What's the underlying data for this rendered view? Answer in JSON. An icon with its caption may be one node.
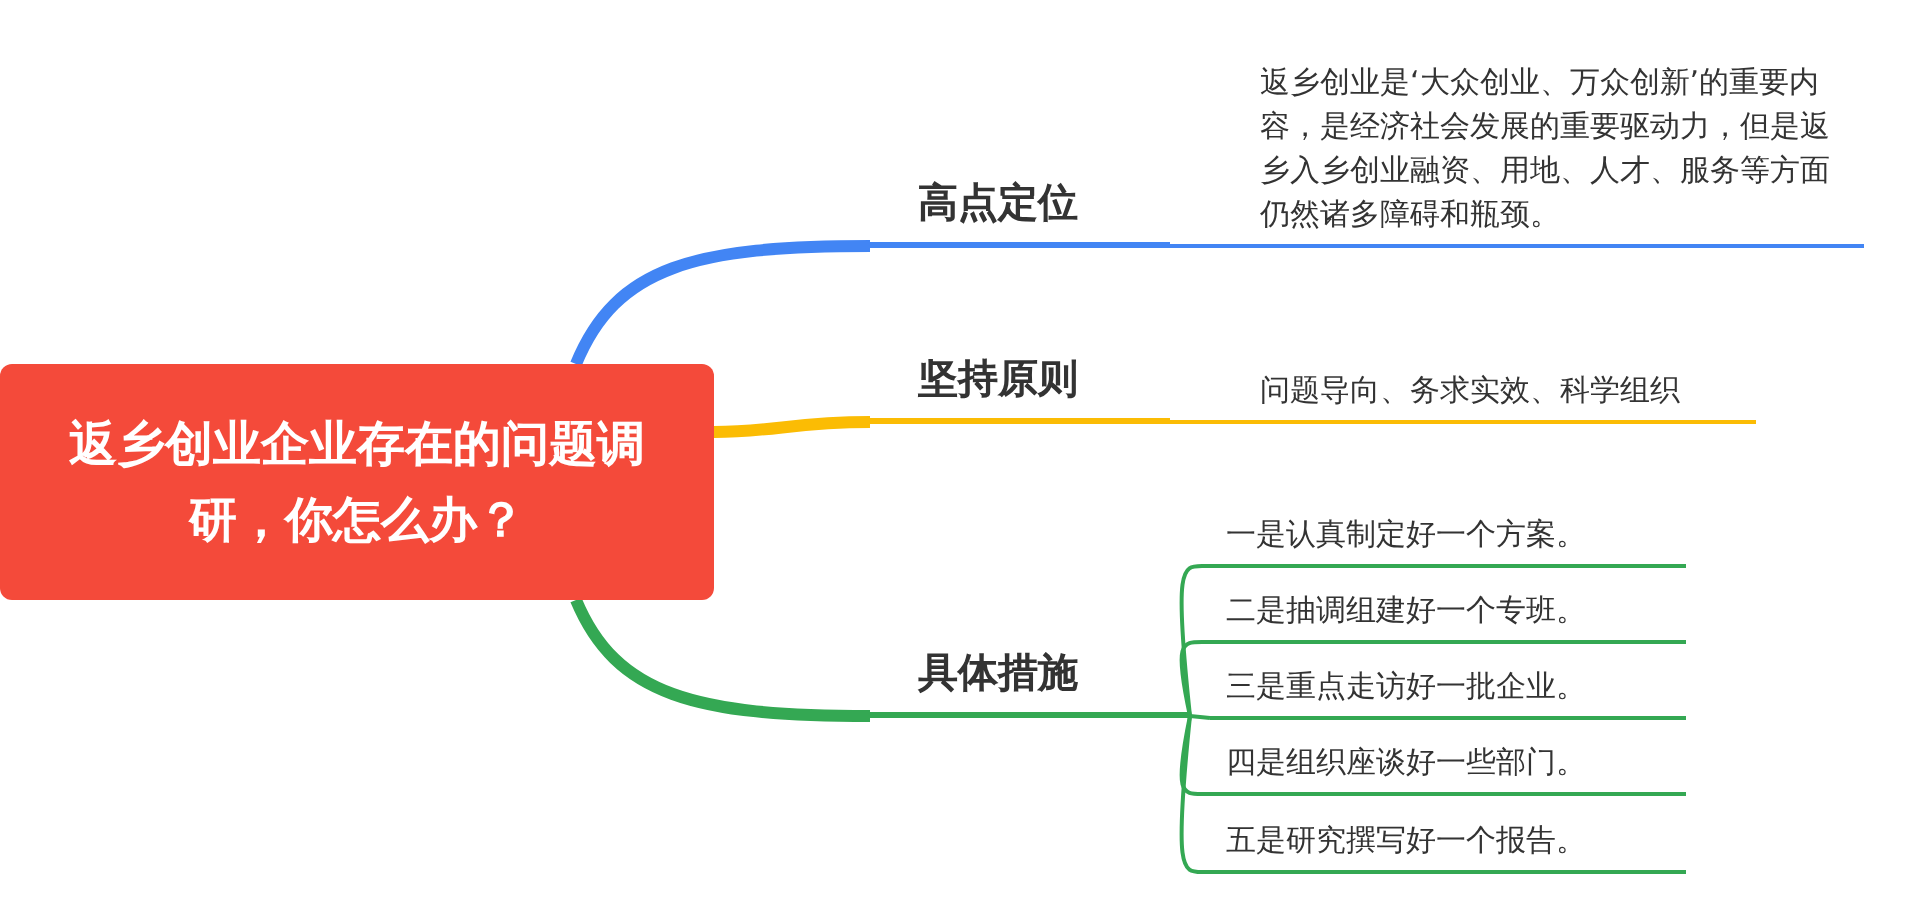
{
  "diagram": {
    "nodes": [
      {
        "text": [
          "返乡创业企业存在的问题调研，你怎么办？"
        ]
      },
      {
        "text": [
          "高点定位"
        ]
      },
      {
        "text": [
          "返乡创业是‘大众创业、万众创新’的重要内容，是经济社会发展的重要驱动力，但是返乡入乡创业融资、用地、人才、服务等方面仍然诸多障碍和瓶颈。"
        ]
      },
      {
        "text": [
          "坚持原则"
        ]
      },
      {
        "text": [
          "问题导向、务求实效、科学组织"
        ]
      },
      {
        "text": [
          "具体措施"
        ]
      },
      {
        "text": [
          "一是认真制定好一个方案。"
        ]
      },
      {
        "text": [
          "二是抽调组建好一个专班。"
        ]
      },
      {
        "text": [
          "三是重点走访好一批企业。"
        ]
      },
      {
        "text": [
          "四是组织座谈好一些部门。"
        ]
      },
      {
        "text": [
          "五是研究撰写好一个报告。"
        ]
      }
    ],
    "edges": [
      {
        "from": 0,
        "to": 1,
        "arrow": "none",
        "style": "thick",
        "color": "#4285f4"
      },
      {
        "from": 1,
        "to": 2,
        "arrow": "none",
        "color": "#4285f4"
      },
      {
        "from": 0,
        "to": 3,
        "arrow": "none",
        "style": "thick",
        "color": "#fbbc04"
      },
      {
        "from": 3,
        "to": 4,
        "arrow": "none",
        "color": "#fbbc04"
      },
      {
        "from": 0,
        "to": 5,
        "arrow": "none",
        "style": "thick"
      },
      {
        "from": 5,
        "to": 6,
        "arrow": "none"
      },
      {
        "from": 5,
        "to": 7,
        "arrow": "none"
      },
      {
        "from": 5,
        "to": 8,
        "arrow": "none"
      },
      {
        "from": 5,
        "to": 9,
        "arrow": "none"
      },
      {
        "from": 5,
        "to": 10,
        "arrow": "none"
      }
    ]
  }
}
